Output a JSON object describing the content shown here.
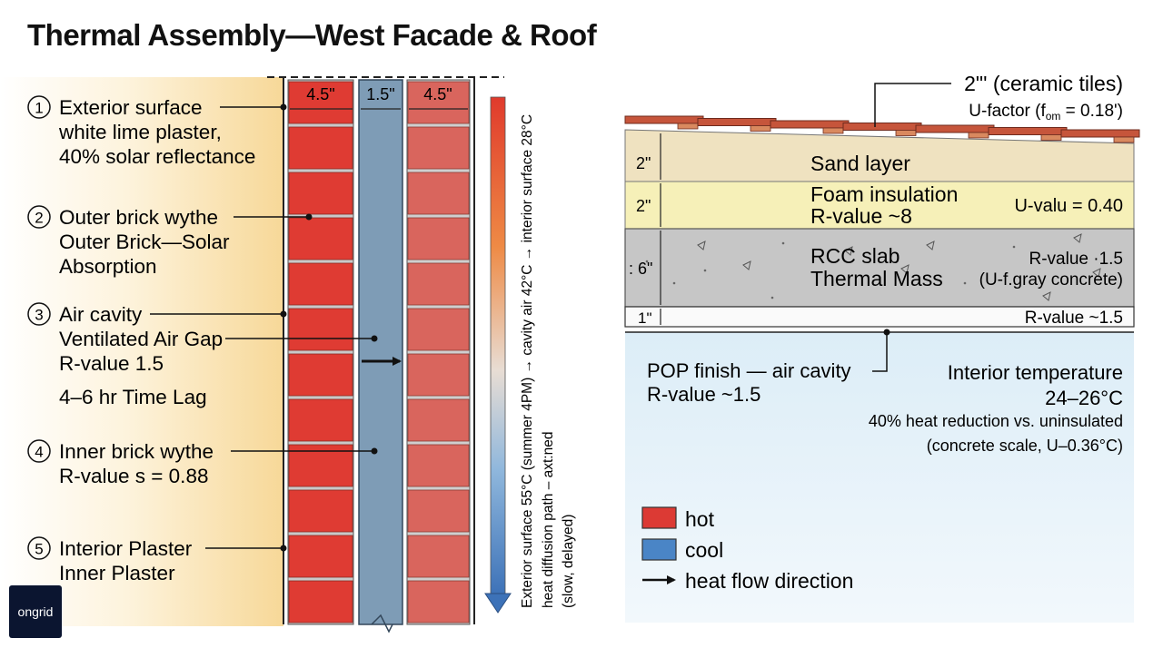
{
  "title": "Thermal Assembly—West Facade & Roof",
  "wall": {
    "dims": [
      "4.5\"",
      "1.5\"",
      "4.5\""
    ],
    "labels": [
      {
        "num": "1",
        "lines": [
          "Exterior surface",
          "white lime plaster,",
          "40% solar reflectance"
        ]
      },
      {
        "num": "2",
        "lines": [
          "Outer brick wythe",
          "Outer Brick—Solar",
          "Absorption"
        ]
      },
      {
        "num": "3",
        "lines": [
          "Air cavity",
          "Ventilated Air Gap",
          "R-value 1.5"
        ]
      },
      {
        "num": "",
        "lines": [
          "4–6 hr Time Lag"
        ]
      },
      {
        "num": "4",
        "lines": [
          "Inner brick wythe",
          "R-value s = 0.88"
        ]
      },
      {
        "num": "5",
        "lines": [
          "Interior Plaster",
          "Inner Plaster"
        ]
      }
    ],
    "gradient_text": [
      "Exterior surface 55°C (summer 4PM) → cavity air 42°C → interior surface 28°C",
      "heat diffusion path – axt:ned",
      "(slow, delayed)"
    ]
  },
  "roof": {
    "tiles_label": [
      "2\"' (ceramic tiles)",
      "U-factor (f",
      "om",
      " = 0.18')"
    ],
    "layers": [
      {
        "thickness": "2\"",
        "name": [
          "Sand layer"
        ],
        "right": []
      },
      {
        "thickness": "2\"",
        "name": [
          "Foam insulation",
          "R-value ~8"
        ],
        "right": [
          "U-valu = 0.40"
        ]
      },
      {
        "thickness": ": 6\"",
        "name": [
          "RCC slab",
          "Thermal Mass"
        ],
        "right": [
          "R-value ·1.5",
          "(U-f.gray concrete)"
        ]
      },
      {
        "thickness": "1\"",
        "name": [],
        "right": [
          "R-value ~1.5"
        ]
      }
    ],
    "pop": [
      "POP finish — air cavity",
      "R-value ~1.5"
    ],
    "interior": [
      "Interior temperature",
      "24–26°C",
      "40% heat reduction vs. uninsulated",
      "(concrete scale, U–0.36°C)"
    ]
  },
  "legend": [
    {
      "label": "hot",
      "color": "#dc3a34"
    },
    {
      "label": "cool",
      "color": "#4a85c6"
    },
    {
      "label": "heat flow direction"
    }
  ],
  "logo": "ongrid",
  "colors": {
    "hot": "#dc3a34",
    "cool": "#4a85c6",
    "cavity": "#7e9cb6",
    "sand": "#efe2c0",
    "foam": "#f6f0b8",
    "concrete": "#c6c6c6",
    "room": "#e6f1f8"
  }
}
